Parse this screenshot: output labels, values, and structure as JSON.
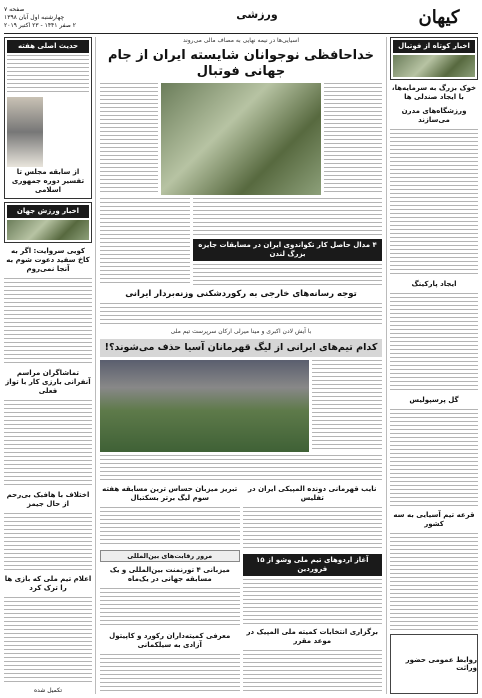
{
  "header": {
    "logo": "کیهان",
    "section": "ورزشی",
    "issue": [
      "صفحه ۷",
      "چهارشنبه اول آبان ۱۳۹۸",
      "۲ صفر ۱۴۴۱ - ۲۳ اکتبر ۲۰۱۹"
    ]
  },
  "main": {
    "kicker": "آسیایی‌ها در نیمه نهایی به مصاف مالی می‌روند",
    "headline": "خداحافظی نوجوانان شایسته ایران از جام جهانی فوتبال",
    "dark_bar": "۴ مدال حاصل کار تکواندوی ایران در مسابقات جایزه بزرگ لندن",
    "mid_headline": "توجه رسانه‌های خارجی به رکوردشکنی وزنه‌بردار ایرانی",
    "band_kicker": "با آیش لادن اکبری و مینا میرلی ارکان سرپرست تیم ملی",
    "band": "کدام تیم‌های ایرانی از لیگ قهرمانان آسیا حذف می‌شوند؟!",
    "h_bottom_right": "نایب قهرمانی دونده المپیکی ایران در تفلیس",
    "h_bottom_center": "تبریز میزبان حساس ترین مسابقه هفته سوم لیگ برتر بسکتبال",
    "h_bottom_dark": "آغاز اردوهای تیم ملی وشو از ۱۵ فروردین",
    "h_bottom2": "برگزاری انتخابات کمیته ملی المپیک در موعد مقرر",
    "h_bottom3": "مرور رقابت‌های بین‌المللی",
    "h_bottom4": "میزبانی ۴ تورنمنت بین‌المللی و یک مسابقه جهانی در یک‌ماه",
    "h_bottom5": "معرفی کمیته‌داران رکورد و کاپیتول آزادی به سیلکمانی"
  },
  "right": {
    "box_title": "اخبار کوتاه از فوتبال",
    "h1": "خوک بزرگ به سرمایه‌ها، با ایجاد صندلی ها",
    "h2": "ورزشگاه‌های مدرن می‌سازند",
    "h3": "ایجاد پارکینگ",
    "h4": "گل پرسپولیس",
    "h5": "قرعه تیم آسیایی به سه کشور",
    "ad_title": "روابط عمومی حضور وراثت"
  },
  "left": {
    "box_title": "حدیث اصلی هفته",
    "caption": "از سابقه مجلس تا تفسیر دوره جمهوری اسلامی",
    "box2_title": "اخبار ورزش جهان",
    "h1": "کویی سروایت: اگر به کاخ سفید دعوت شوم به آنجا نمی‌روم",
    "h2": "تماشاگران مراسم آنفرانی بارزی کار با تواز فعلی",
    "h3": "اختلاف با هافبک بی‌رحم از حال جیمز",
    "h4": "اعلام تیم ملی که بازی ها را ترک کرد",
    "footer": "تکمیل شده"
  }
}
